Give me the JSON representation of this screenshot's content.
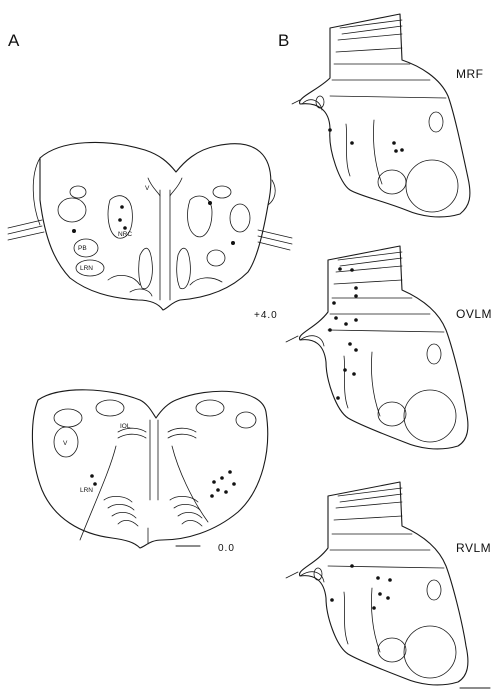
{
  "panels": {
    "a_label": "A",
    "b_label": "B"
  },
  "sections_a": {
    "upper": {
      "level": "+4.0",
      "nucleus_left": "PB",
      "nucleus_left2": "LRN",
      "nucleus_center": "NRC"
    },
    "lower": {
      "level": "0.0",
      "nucleus_top": "IOL",
      "nucleus_left": "V",
      "nucleus_left2": "LRN"
    }
  },
  "sections_b": [
    {
      "label": "MRF"
    },
    {
      "label": "OVLM"
    },
    {
      "label": "RVLM"
    }
  ]
}
